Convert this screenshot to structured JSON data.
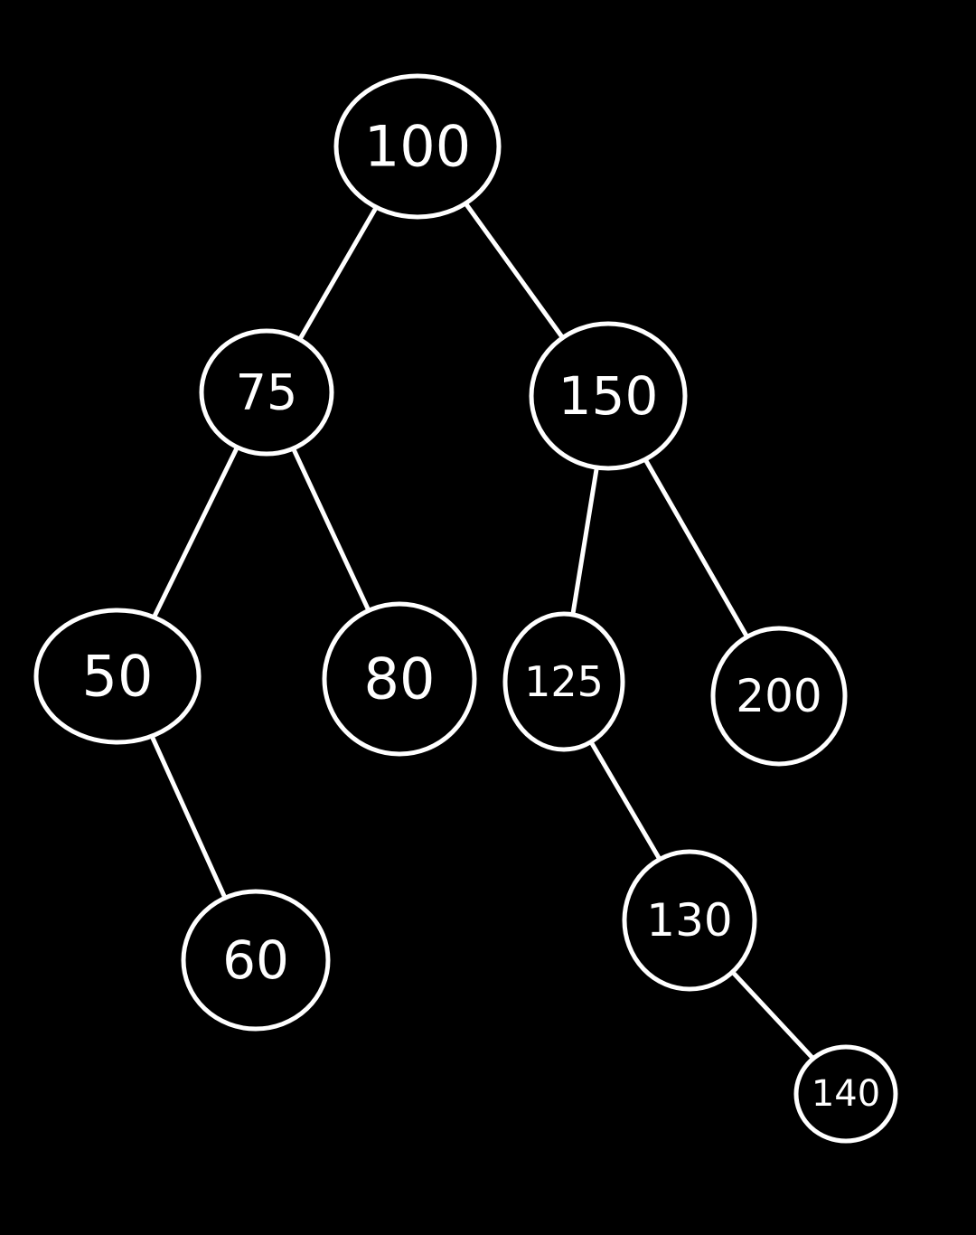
{
  "colors": {
    "background": "#000000",
    "stroke": "#ffffff"
  },
  "tree": {
    "nodes": [
      {
        "id": "n100",
        "label": "100"
      },
      {
        "id": "n75",
        "label": "75"
      },
      {
        "id": "n150",
        "label": "150"
      },
      {
        "id": "n50",
        "label": "50"
      },
      {
        "id": "n80",
        "label": "80"
      },
      {
        "id": "n125",
        "label": "125"
      },
      {
        "id": "n200",
        "label": "200"
      },
      {
        "id": "n60",
        "label": "60"
      },
      {
        "id": "n130",
        "label": "130"
      },
      {
        "id": "n140",
        "label": "140"
      }
    ],
    "edges": [
      {
        "from": "n100",
        "to": "n75"
      },
      {
        "from": "n100",
        "to": "n150"
      },
      {
        "from": "n75",
        "to": "n50"
      },
      {
        "from": "n75",
        "to": "n80"
      },
      {
        "from": "n150",
        "to": "n125"
      },
      {
        "from": "n150",
        "to": "n200"
      },
      {
        "from": "n50",
        "to": "n60"
      },
      {
        "from": "n125",
        "to": "n130"
      },
      {
        "from": "n130",
        "to": "n140"
      }
    ]
  }
}
